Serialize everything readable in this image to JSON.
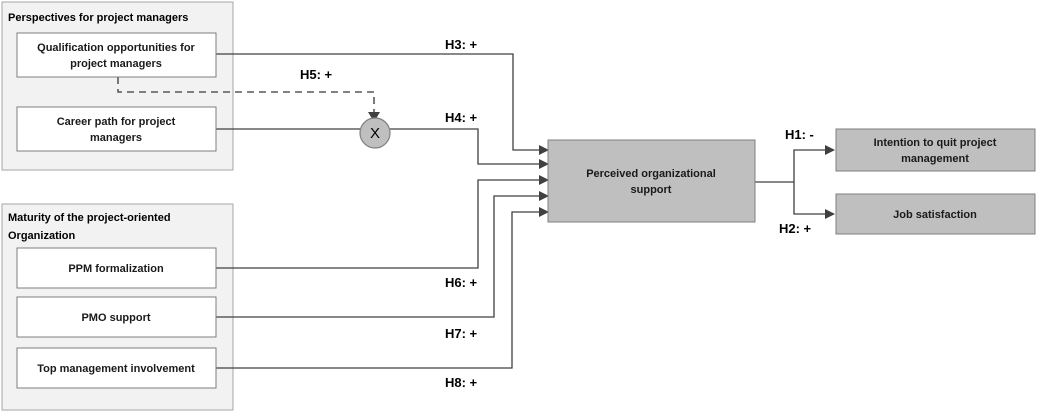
{
  "groups": {
    "perspectives": {
      "title": "Perspectives for project managers"
    },
    "maturity": {
      "title_line1": "Maturity of the project-oriented",
      "title_line2": "Organization"
    }
  },
  "boxes": {
    "qualification": {
      "line1": "Qualification opportunities for",
      "line2": "project managers"
    },
    "career": {
      "line1": "Career path for project",
      "line2": "managers"
    },
    "ppm": {
      "line1": "PPM formalization"
    },
    "pmo": {
      "line1": "PMO support"
    },
    "top_mgmt": {
      "line1": "Top management involvement"
    },
    "pos": {
      "line1": "Perceived organizational",
      "line2": "support"
    },
    "intention": {
      "line1": "Intention to quit project",
      "line2": "management"
    },
    "job": {
      "line1": "Job satisfaction"
    }
  },
  "moderator": {
    "symbol": "X"
  },
  "hypotheses": {
    "h1": "H1: -",
    "h2": "H2: +",
    "h3": "H3: +",
    "h4": "H4: +",
    "h5": "H5: +",
    "h6": "H6: +",
    "h7": "H7: +",
    "h8": "H8: +"
  },
  "colors": {
    "group_fill": "#f2f2f2",
    "box_fill": "#ffffff",
    "dark_fill": "#bfbfbf",
    "line": "#404040"
  }
}
